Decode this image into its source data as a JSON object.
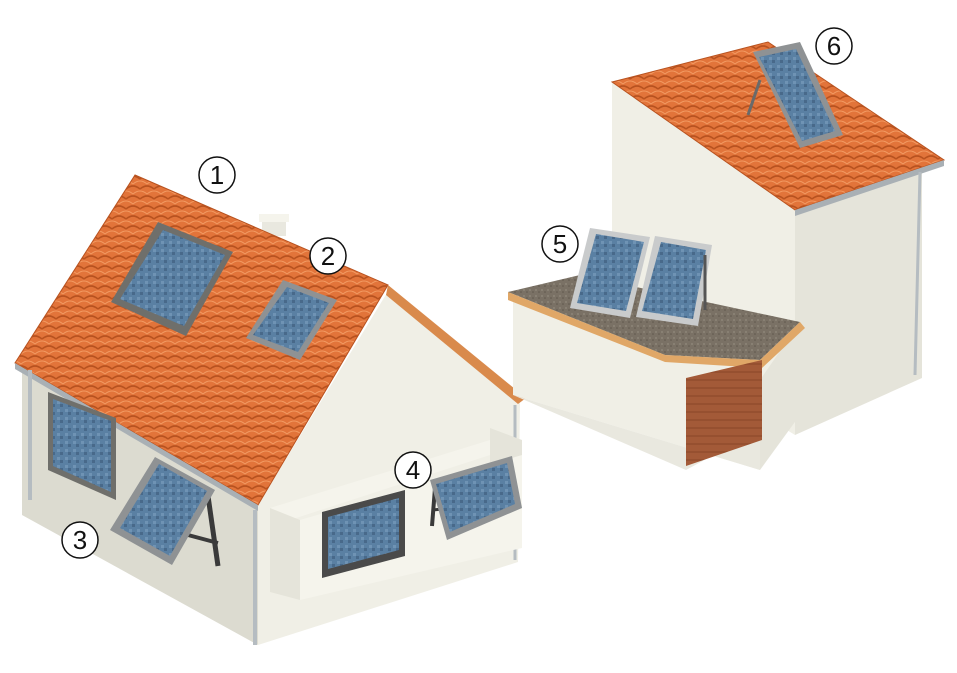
{
  "callouts": [
    {
      "id": "1",
      "label": "1"
    },
    {
      "id": "2",
      "label": "2"
    },
    {
      "id": "3",
      "label": "3"
    },
    {
      "id": "4",
      "label": "4"
    },
    {
      "id": "5",
      "label": "5"
    },
    {
      "id": "6",
      "label": "6"
    }
  ],
  "colors": {
    "roof_tile": "#e2743a",
    "roof_tile_dark": "#b8521f",
    "wall_light": "#f0efe6",
    "wall_shade": "#dcdbd0",
    "panel": "#5a80a3",
    "panel_dark": "#3d5f80",
    "panel_frame": "#8f9294",
    "flat_roof": "#7a7165",
    "garage_door": "#a35a38",
    "gutter": "#a9b0b5"
  }
}
